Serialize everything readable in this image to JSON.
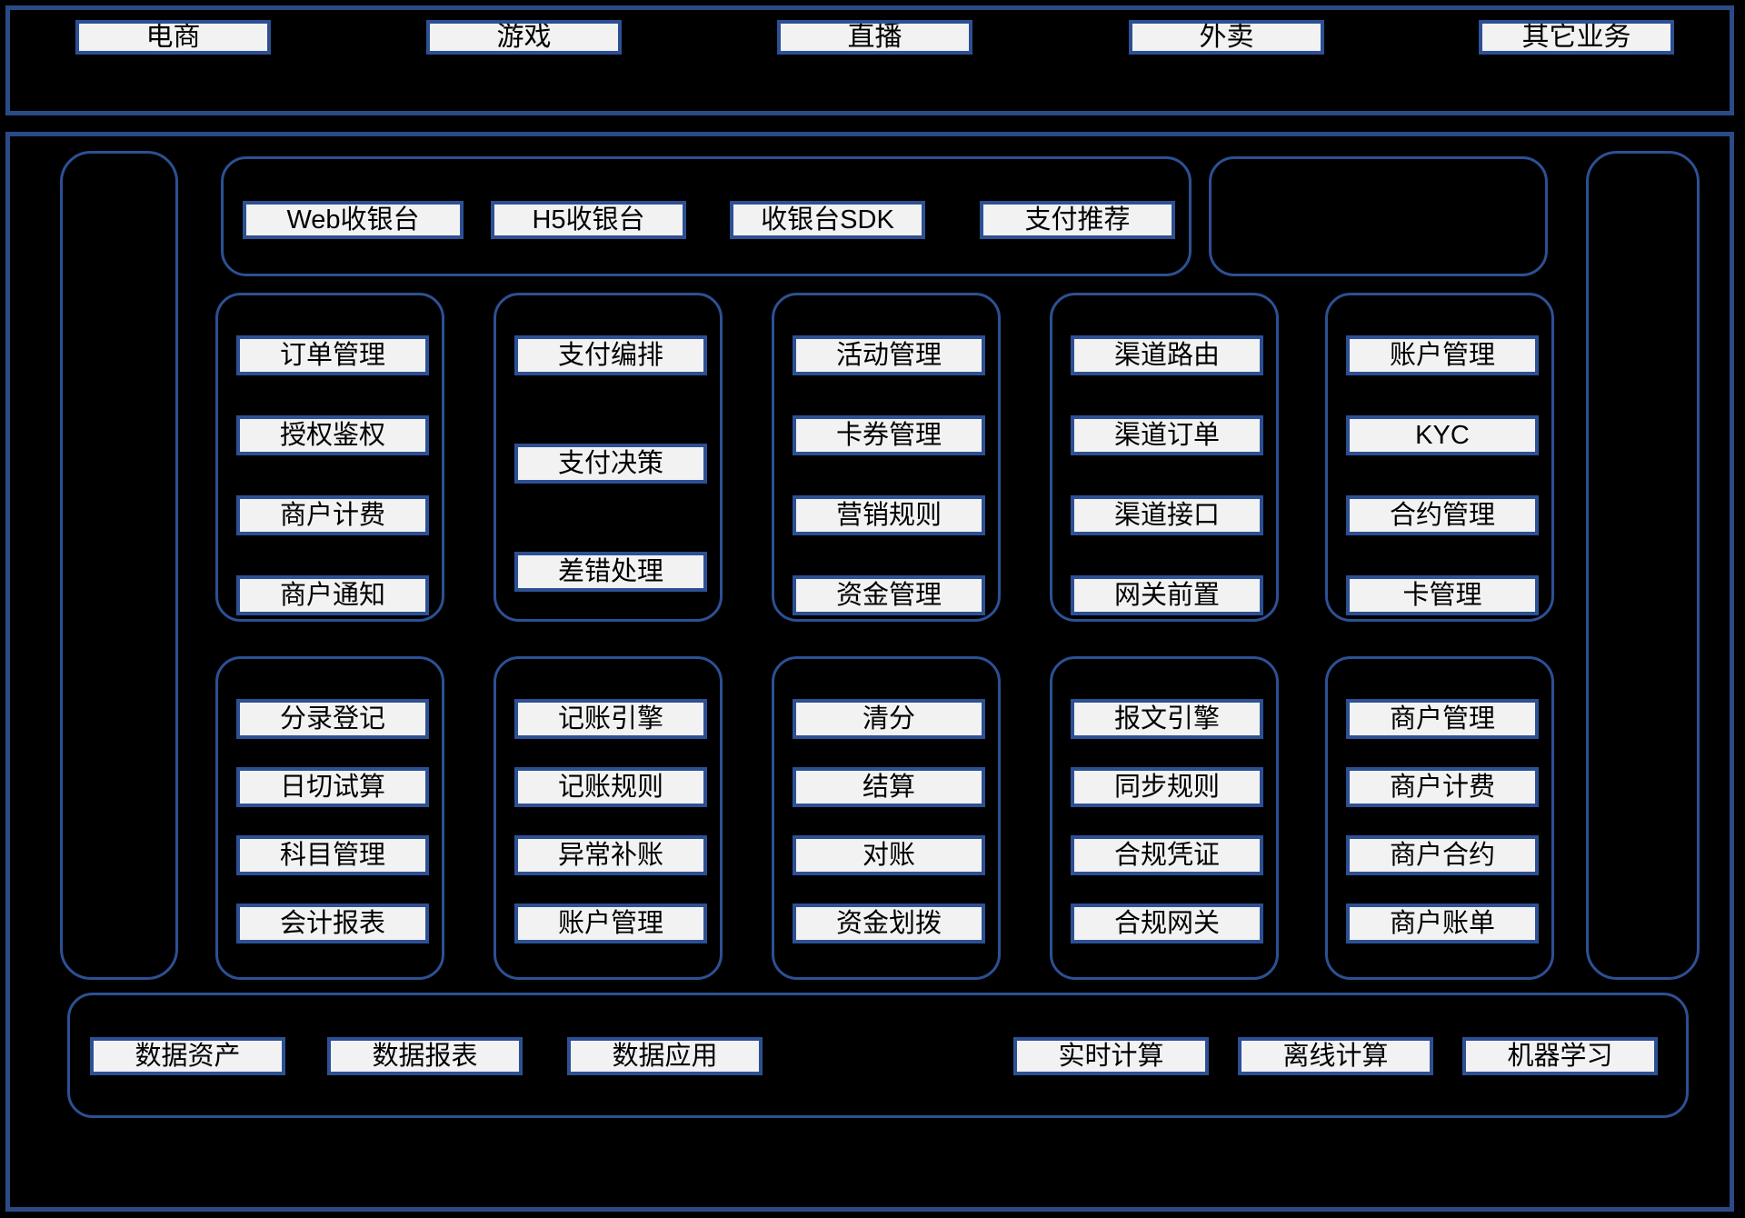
{
  "colors": {
    "background": "#000000",
    "outer_border": "#2b4b88",
    "group_border": "#2d5094",
    "label_border": "#2d5094",
    "label_fill": "#f2f2f2",
    "label_text": "#000000"
  },
  "business_layer": {
    "items": [
      "电商",
      "游戏",
      "直播",
      "外卖",
      "其它业务"
    ]
  },
  "checkout_layer": {
    "items": [
      "Web收银台",
      "H5收银台",
      "收银台SDK",
      "支付推荐"
    ]
  },
  "row1_groups": [
    {
      "items": [
        "订单管理",
        "授权鉴权",
        "商户计费",
        "商户通知"
      ]
    },
    {
      "items": [
        "支付编排",
        "支付决策",
        "差错处理"
      ]
    },
    {
      "items": [
        "活动管理",
        "卡券管理",
        "营销规则",
        "资金管理"
      ]
    },
    {
      "items": [
        "渠道路由",
        "渠道订单",
        "渠道接口",
        "网关前置"
      ]
    },
    {
      "items": [
        "账户管理",
        "KYC",
        "合约管理",
        "卡管理"
      ]
    }
  ],
  "row2_groups": [
    {
      "items": [
        "分录登记",
        "日切试算",
        "科目管理",
        "会计报表"
      ]
    },
    {
      "items": [
        "记账引擎",
        "记账规则",
        "异常补账",
        "账户管理"
      ]
    },
    {
      "items": [
        "清分",
        "结算",
        "对账",
        "资金划拨"
      ]
    },
    {
      "items": [
        "报文引擎",
        "同步规则",
        "合规凭证",
        "合规网关"
      ]
    },
    {
      "items": [
        "商户管理",
        "商户计费",
        "商户合约",
        "商户账单"
      ]
    }
  ],
  "data_layer": {
    "items": [
      "数据资产",
      "数据报表",
      "数据应用",
      "实时计算",
      "离线计算",
      "机器学习"
    ]
  }
}
